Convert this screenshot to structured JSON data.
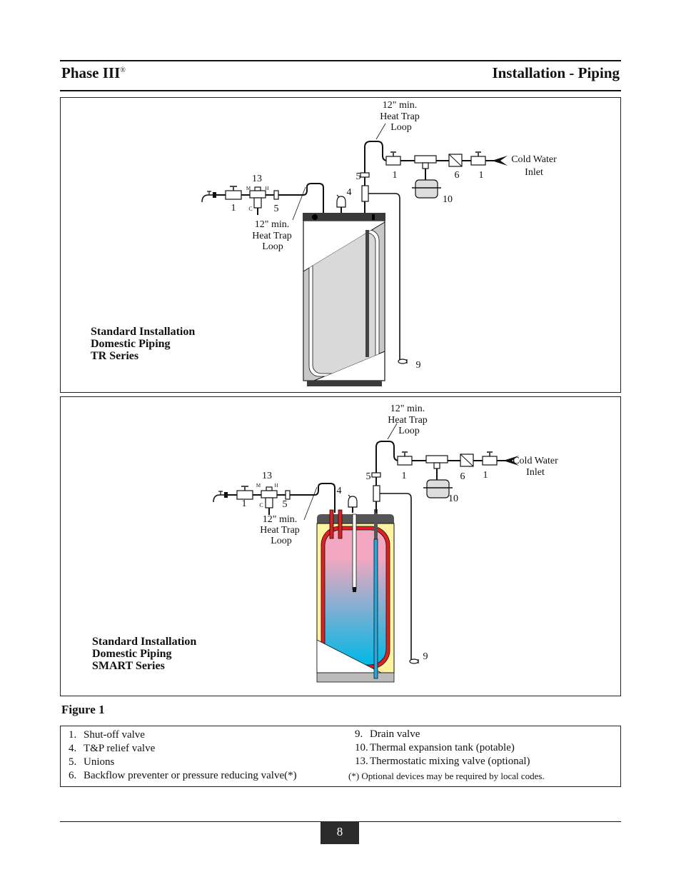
{
  "header": {
    "product": "Phase III",
    "reg_mark": "®",
    "section": "Installation - Piping"
  },
  "diagram_labels": {
    "heat_trap": [
      "12\" min.",
      "Heat Trap",
      "Loop"
    ],
    "cold_water": [
      "Cold Water",
      "Inlet"
    ],
    "mix_ports": {
      "m": "M",
      "h": "H",
      "c": "C"
    },
    "numbers": {
      "shutoff": "1",
      "mixing": "13",
      "union": "5",
      "relief": "4",
      "backflow": "6",
      "expansion": "10",
      "drain": "9"
    }
  },
  "panels": [
    {
      "caption": [
        "Standard Installation",
        "Domestic Piping",
        "TR Series"
      ]
    },
    {
      "caption": [
        "Standard Installation",
        "Domestic Piping",
        "SMART Series"
      ]
    }
  ],
  "figure_label": "Figure 1",
  "legend": {
    "left": [
      {
        "num": "1.",
        "text": "Shut-off valve"
      },
      {
        "num": "4.",
        "text": "T&P relief valve"
      },
      {
        "num": "5.",
        "text": "Unions"
      },
      {
        "num": "6.",
        "text": "Backflow preventer or pressure reducing valve(*)"
      }
    ],
    "right": [
      {
        "num": "9.",
        "text": "Drain valve"
      },
      {
        "num": "10.",
        "text": "Thermal expansion tank (potable)"
      },
      {
        "num": "13.",
        "text": "Thermostatic mixing valve (optional)"
      }
    ],
    "footnote": "(*) Optional devices may be required by local codes."
  },
  "page_number": "8",
  "colors": {
    "hot": "#e02020",
    "cold": "#00b8e6",
    "warm": "#f4a7c0",
    "jacket": "#fdf3a0"
  }
}
